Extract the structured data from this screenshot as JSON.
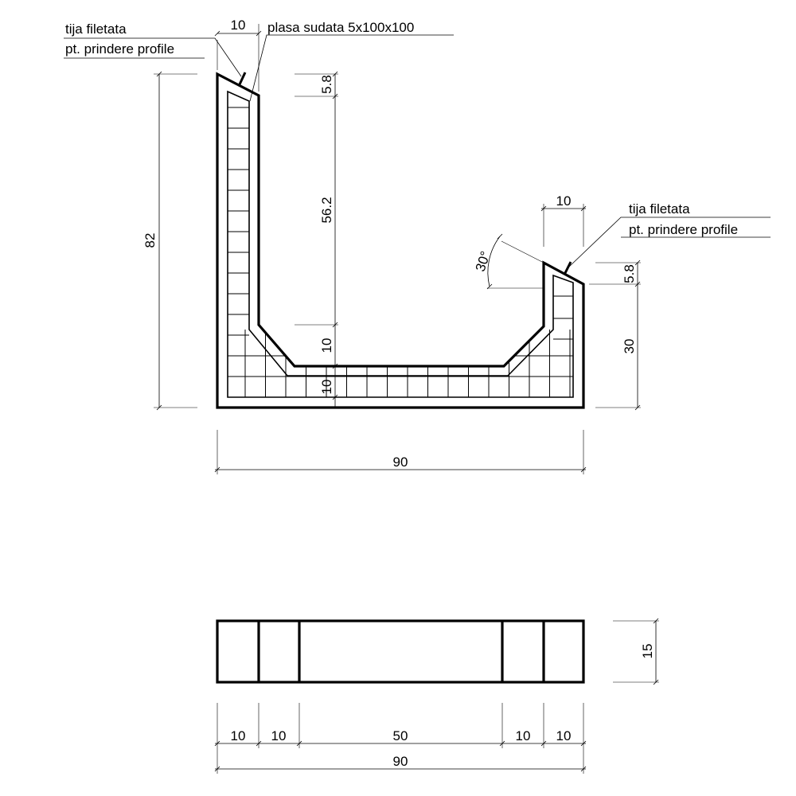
{
  "colors": {
    "line": "#000000",
    "background": "#ffffff"
  },
  "labels": {
    "rod_left_line1": "tija filetata",
    "rod_left_line2": "pt. prindere profile",
    "mesh": "plasa sudata 5x100x100",
    "rod_right_line1": "tija filetata",
    "rod_right_line2": "pt. prindere profile"
  },
  "section_dims": {
    "top_left_width": "10",
    "height_total": "82",
    "top_chamfer_left": "5.8",
    "inner_wall_height": "56.2",
    "inner_chamfer_height": "10",
    "base_thickness": "10",
    "right_top_width": "10",
    "angle": "30°",
    "top_chamfer_right": "5.8",
    "right_wall_height": "30",
    "overall_width": "90"
  },
  "plan_dims": {
    "height": "15",
    "seg1": "10",
    "seg2": "10",
    "seg3": "50",
    "seg4": "10",
    "seg5": "10",
    "overall_width": "90"
  }
}
